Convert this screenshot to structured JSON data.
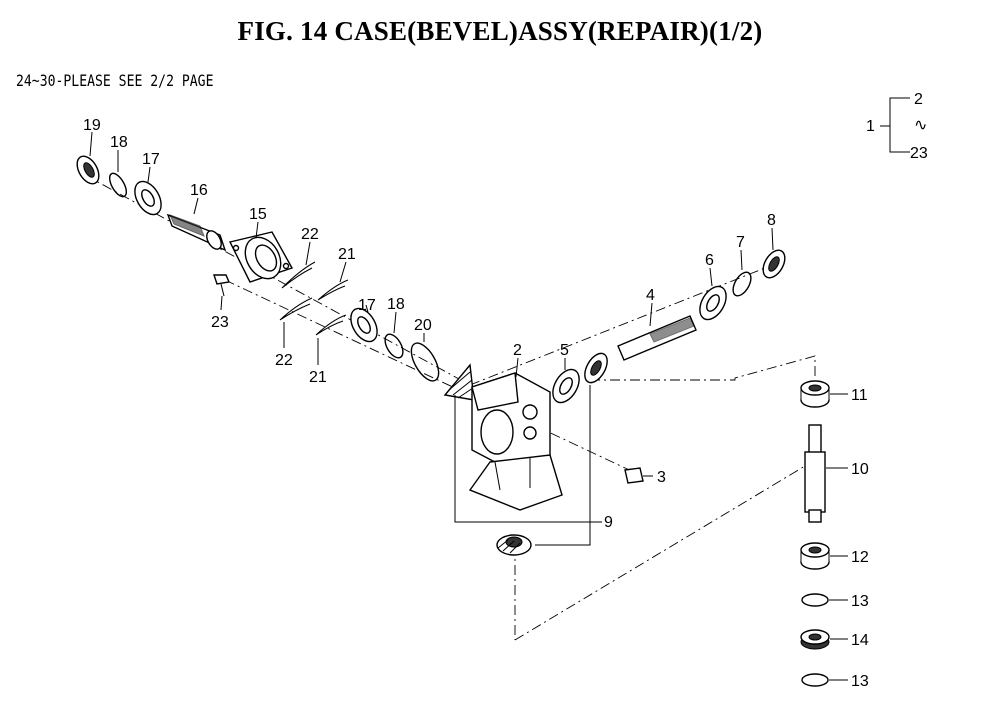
{
  "title": "FIG. 14  CASE(BEVEL)ASSY(REPAIR)(1/2)",
  "note": "24~30-PLEASE SEE 2/2 PAGE",
  "bracket": {
    "parent": "1",
    "top": "2",
    "squiggle": "∿",
    "bottom": "23"
  },
  "callouts": [
    {
      "id": "19",
      "label": "19"
    },
    {
      "id": "18a",
      "label": "18"
    },
    {
      "id": "17a",
      "label": "17"
    },
    {
      "id": "16",
      "label": "16"
    },
    {
      "id": "15",
      "label": "15"
    },
    {
      "id": "22a",
      "label": "22"
    },
    {
      "id": "21a",
      "label": "21"
    },
    {
      "id": "23",
      "label": "23"
    },
    {
      "id": "17b",
      "label": "17"
    },
    {
      "id": "18b",
      "label": "18"
    },
    {
      "id": "20",
      "label": "20"
    },
    {
      "id": "22b",
      "label": "22"
    },
    {
      "id": "21b",
      "label": "21"
    },
    {
      "id": "2",
      "label": "2"
    },
    {
      "id": "5",
      "label": "5"
    },
    {
      "id": "4",
      "label": "4"
    },
    {
      "id": "6",
      "label": "6"
    },
    {
      "id": "7",
      "label": "7"
    },
    {
      "id": "8",
      "label": "8"
    },
    {
      "id": "3",
      "label": "3"
    },
    {
      "id": "9",
      "label": "9"
    },
    {
      "id": "11",
      "label": "11"
    },
    {
      "id": "10",
      "label": "10"
    },
    {
      "id": "12",
      "label": "12"
    },
    {
      "id": "13a",
      "label": "13"
    },
    {
      "id": "14",
      "label": "14"
    },
    {
      "id": "13b",
      "label": "13"
    }
  ]
}
